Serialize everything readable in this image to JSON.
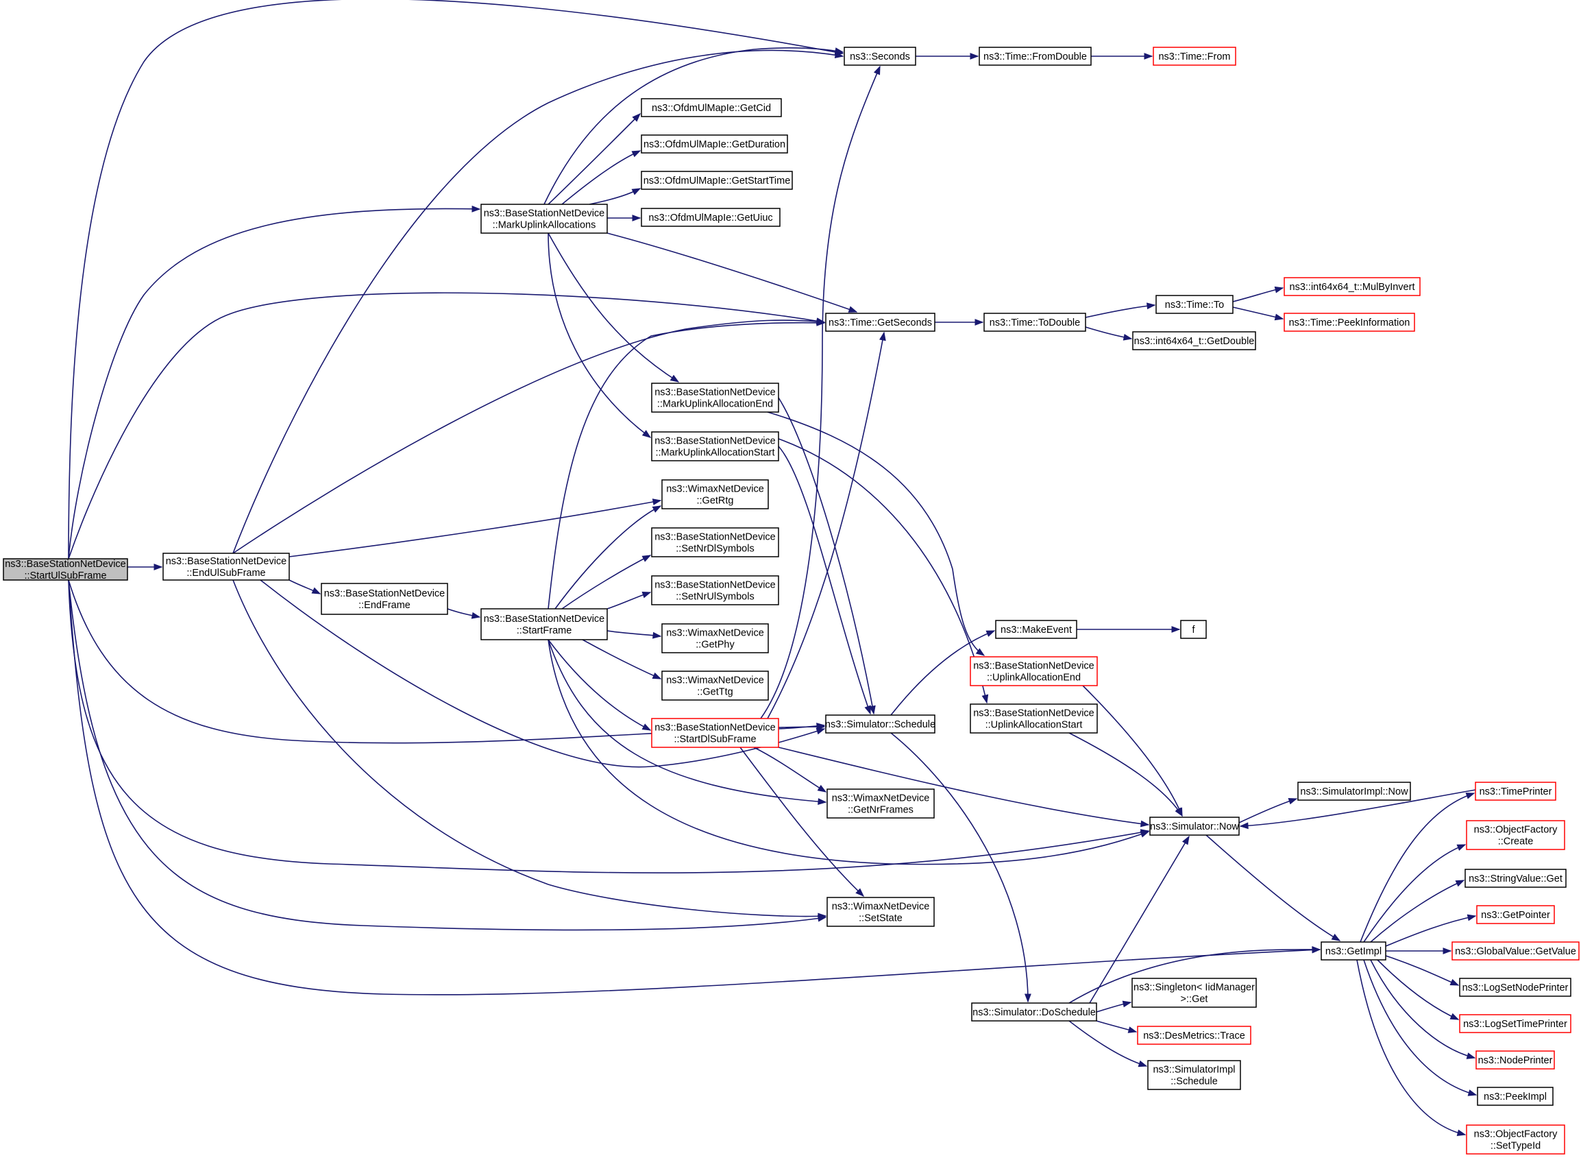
{
  "colors": {
    "edge": "#191970",
    "node_border": "#000000",
    "node_border_incomplete": "#ff0000",
    "root_fill": "#bfbfbf"
  },
  "nodes": [
    {
      "id": "start_ul",
      "lines": [
        "ns3::BaseStationNetDevice",
        "::StartUlSubFrame"
      ],
      "style": "root"
    },
    {
      "id": "end_ul",
      "lines": [
        "ns3::BaseStationNetDevice",
        "::EndUlSubFrame"
      ],
      "style": "normal"
    },
    {
      "id": "mark_alloc",
      "lines": [
        "ns3::BaseStationNetDevice",
        "::MarkUplinkAllocations"
      ],
      "style": "normal"
    },
    {
      "id": "end_frame",
      "lines": [
        "ns3::BaseStationNetDevice",
        "::EndFrame"
      ],
      "style": "normal"
    },
    {
      "id": "start_frame",
      "lines": [
        "ns3::BaseStationNetDevice",
        "::StartFrame"
      ],
      "style": "normal"
    },
    {
      "id": "seconds",
      "lines": [
        "ns3::Seconds"
      ],
      "style": "normal"
    },
    {
      "id": "from_double",
      "lines": [
        "ns3::Time::FromDouble"
      ],
      "style": "normal"
    },
    {
      "id": "time_from",
      "lines": [
        "ns3::Time::From"
      ],
      "style": "red"
    },
    {
      "id": "get_cid",
      "lines": [
        "ns3::OfdmUlMapIe::GetCid"
      ],
      "style": "normal"
    },
    {
      "id": "get_duration",
      "lines": [
        "ns3::OfdmUlMapIe::GetDuration"
      ],
      "style": "normal"
    },
    {
      "id": "get_start_time",
      "lines": [
        "ns3::OfdmUlMapIe::GetStartTime"
      ],
      "style": "normal"
    },
    {
      "id": "get_uiuc",
      "lines": [
        "ns3::OfdmUlMapIe::GetUiuc"
      ],
      "style": "normal"
    },
    {
      "id": "get_seconds",
      "lines": [
        "ns3::Time::GetSeconds"
      ],
      "style": "normal"
    },
    {
      "id": "to_double",
      "lines": [
        "ns3::Time::ToDouble"
      ],
      "style": "normal"
    },
    {
      "id": "time_to",
      "lines": [
        "ns3::Time::To"
      ],
      "style": "normal"
    },
    {
      "id": "mul_by_invert",
      "lines": [
        "ns3::int64x64_t::MulByInvert"
      ],
      "style": "red"
    },
    {
      "id": "peek_information",
      "lines": [
        "ns3::Time::PeekInformation"
      ],
      "style": "red"
    },
    {
      "id": "get_double",
      "lines": [
        "ns3::int64x64_t::GetDouble"
      ],
      "style": "normal"
    },
    {
      "id": "mark_alloc_end",
      "lines": [
        "ns3::BaseStationNetDevice",
        "::MarkUplinkAllocationEnd"
      ],
      "style": "normal"
    },
    {
      "id": "mark_alloc_start",
      "lines": [
        "ns3::BaseStationNetDevice",
        "::MarkUplinkAllocationStart"
      ],
      "style": "normal"
    },
    {
      "id": "get_rtg",
      "lines": [
        "ns3::WimaxNetDevice",
        "::GetRtg"
      ],
      "style": "normal"
    },
    {
      "id": "set_nr_dl",
      "lines": [
        "ns3::BaseStationNetDevice",
        "::SetNrDlSymbols"
      ],
      "style": "normal"
    },
    {
      "id": "set_nr_ul",
      "lines": [
        "ns3::BaseStationNetDevice",
        "::SetNrUlSymbols"
      ],
      "style": "normal"
    },
    {
      "id": "get_phy",
      "lines": [
        "ns3::WimaxNetDevice",
        "::GetPhy"
      ],
      "style": "normal"
    },
    {
      "id": "get_ttg",
      "lines": [
        "ns3::WimaxNetDevice",
        "::GetTtg"
      ],
      "style": "normal"
    },
    {
      "id": "start_dl",
      "lines": [
        "ns3::BaseStationNetDevice",
        "::StartDlSubFrame"
      ],
      "style": "red"
    },
    {
      "id": "make_event",
      "lines": [
        "ns3::MakeEvent"
      ],
      "style": "normal"
    },
    {
      "id": "f",
      "lines": [
        "f"
      ],
      "style": "normal"
    },
    {
      "id": "uplink_end",
      "lines": [
        "ns3::BaseStationNetDevice",
        "::UplinkAllocationEnd"
      ],
      "style": "red"
    },
    {
      "id": "uplink_start",
      "lines": [
        "ns3::BaseStationNetDevice",
        "::UplinkAllocationStart"
      ],
      "style": "normal"
    },
    {
      "id": "sim_schedule",
      "lines": [
        "ns3::Simulator::Schedule"
      ],
      "style": "normal"
    },
    {
      "id": "get_nr_frames",
      "lines": [
        "ns3::WimaxNetDevice",
        "::GetNrFrames"
      ],
      "style": "normal"
    },
    {
      "id": "set_state",
      "lines": [
        "ns3::WimaxNetDevice",
        "::SetState"
      ],
      "style": "normal"
    },
    {
      "id": "sim_now",
      "lines": [
        "ns3::Simulator::Now"
      ],
      "style": "normal"
    },
    {
      "id": "simimpl_now",
      "lines": [
        "ns3::SimulatorImpl::Now"
      ],
      "style": "normal"
    },
    {
      "id": "time_printer",
      "lines": [
        "ns3::TimePrinter"
      ],
      "style": "red"
    },
    {
      "id": "of_create",
      "lines": [
        "ns3::ObjectFactory",
        "::Create"
      ],
      "style": "red"
    },
    {
      "id": "string_value_get",
      "lines": [
        "ns3::StringValue::Get"
      ],
      "style": "normal"
    },
    {
      "id": "get_pointer",
      "lines": [
        "ns3::GetPointer"
      ],
      "style": "red"
    },
    {
      "id": "global_value",
      "lines": [
        "ns3::GlobalValue::GetValue"
      ],
      "style": "red"
    },
    {
      "id": "get_impl",
      "lines": [
        "ns3::GetImpl"
      ],
      "style": "normal"
    },
    {
      "id": "log_node_printer",
      "lines": [
        "ns3::LogSetNodePrinter"
      ],
      "style": "normal"
    },
    {
      "id": "log_time_printer",
      "lines": [
        "ns3::LogSetTimePrinter"
      ],
      "style": "red"
    },
    {
      "id": "node_printer",
      "lines": [
        "ns3::NodePrinter"
      ],
      "style": "red"
    },
    {
      "id": "peek_impl",
      "lines": [
        "ns3::PeekImpl"
      ],
      "style": "normal"
    },
    {
      "id": "of_set_type",
      "lines": [
        "ns3::ObjectFactory",
        "::SetTypeId"
      ],
      "style": "red"
    },
    {
      "id": "do_schedule",
      "lines": [
        "ns3::Simulator::DoSchedule"
      ],
      "style": "normal"
    },
    {
      "id": "singleton_get",
      "lines": [
        "ns3::Singleton< IidManager",
        ">::Get"
      ],
      "style": "normal"
    },
    {
      "id": "des_trace",
      "lines": [
        "ns3::DesMetrics::Trace"
      ],
      "style": "red"
    },
    {
      "id": "simimpl_schedule",
      "lines": [
        "ns3::SimulatorImpl",
        "::Schedule"
      ],
      "style": "normal"
    }
  ]
}
